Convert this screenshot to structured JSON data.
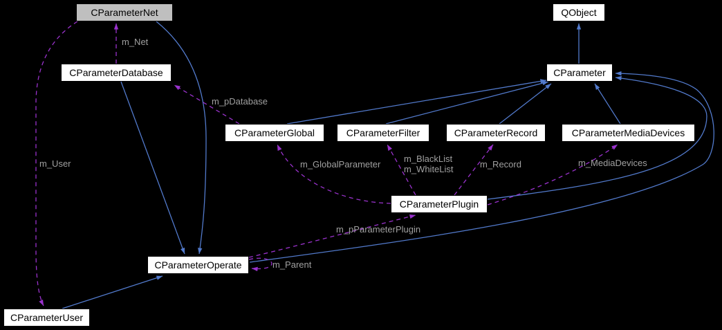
{
  "diagram": {
    "kind": "class-collaboration-graph",
    "focus_node": "CParameterNet",
    "nodes": {
      "net": {
        "label": "CParameterNet",
        "highlighted": true
      },
      "qobject": {
        "label": "QObject",
        "highlighted": false
      },
      "database": {
        "label": "CParameterDatabase",
        "highlighted": false
      },
      "parameter": {
        "label": "CParameter",
        "highlighted": false
      },
      "global": {
        "label": "CParameterGlobal",
        "highlighted": false
      },
      "filter": {
        "label": "CParameterFilter",
        "highlighted": false
      },
      "record": {
        "label": "CParameterRecord",
        "highlighted": false
      },
      "mediadevices": {
        "label": "CParameterMediaDevices",
        "highlighted": false
      },
      "plugin": {
        "label": "CParameterPlugin",
        "highlighted": false
      },
      "operate": {
        "label": "CParameterOperate",
        "highlighted": false
      },
      "user": {
        "label": "CParameterUser",
        "highlighted": false
      }
    },
    "edges": [
      {
        "from": "CParameter",
        "to": "QObject",
        "type": "inheritance"
      },
      {
        "from": "CParameterGlobal",
        "to": "CParameter",
        "type": "inheritance"
      },
      {
        "from": "CParameterFilter",
        "to": "CParameter",
        "type": "inheritance"
      },
      {
        "from": "CParameterRecord",
        "to": "CParameter",
        "type": "inheritance"
      },
      {
        "from": "CParameterMediaDevices",
        "to": "CParameter",
        "type": "inheritance"
      },
      {
        "from": "CParameterPlugin",
        "to": "CParameter",
        "type": "inheritance"
      },
      {
        "from": "CParameterOperate",
        "to": "CParameter",
        "type": "inheritance"
      },
      {
        "from": "CParameterNet",
        "to": "CParameterOperate",
        "type": "inheritance"
      },
      {
        "from": "CParameterDatabase",
        "to": "CParameterOperate",
        "type": "inheritance"
      },
      {
        "from": "CParameterUser",
        "to": "CParameterOperate",
        "type": "inheritance"
      },
      {
        "from": "CParameterDatabase",
        "to": "CParameterNet",
        "type": "usage",
        "label": "m_Net"
      },
      {
        "from": "CParameterNet",
        "to": "CParameterUser",
        "type": "usage",
        "label": "m_User"
      },
      {
        "from": "CParameterGlobal",
        "to": "CParameterDatabase",
        "type": "usage",
        "label": "m_pDatabase"
      },
      {
        "from": "CParameterPlugin",
        "to": "CParameterGlobal",
        "type": "usage",
        "label": "m_GlobalParameter"
      },
      {
        "from": "CParameterPlugin",
        "to": "CParameterFilter",
        "type": "usage",
        "label": "m_BlackList\nm_WhiteList"
      },
      {
        "from": "CParameterPlugin",
        "to": "CParameterRecord",
        "type": "usage",
        "label": "m_Record"
      },
      {
        "from": "CParameterPlugin",
        "to": "CParameterMediaDevices",
        "type": "usage",
        "label": "m_MediaDevices"
      },
      {
        "from": "CParameterOperate",
        "to": "CParameterPlugin",
        "type": "usage",
        "label": "m_pParameterPlugin"
      },
      {
        "from": "CParameterOperate",
        "to": "CParameterOperate",
        "type": "usage",
        "label": "m_Parent"
      }
    ],
    "colors": {
      "background": "#000000",
      "node_fill": "#ffffff",
      "node_border": "#000000",
      "node_text": "#000000",
      "focus_node_fill": "#bfbfbf",
      "inheritance_edge": "#527acc",
      "usage_edge": "#9a32cd",
      "edge_label_text": "#a0a0a0"
    }
  }
}
